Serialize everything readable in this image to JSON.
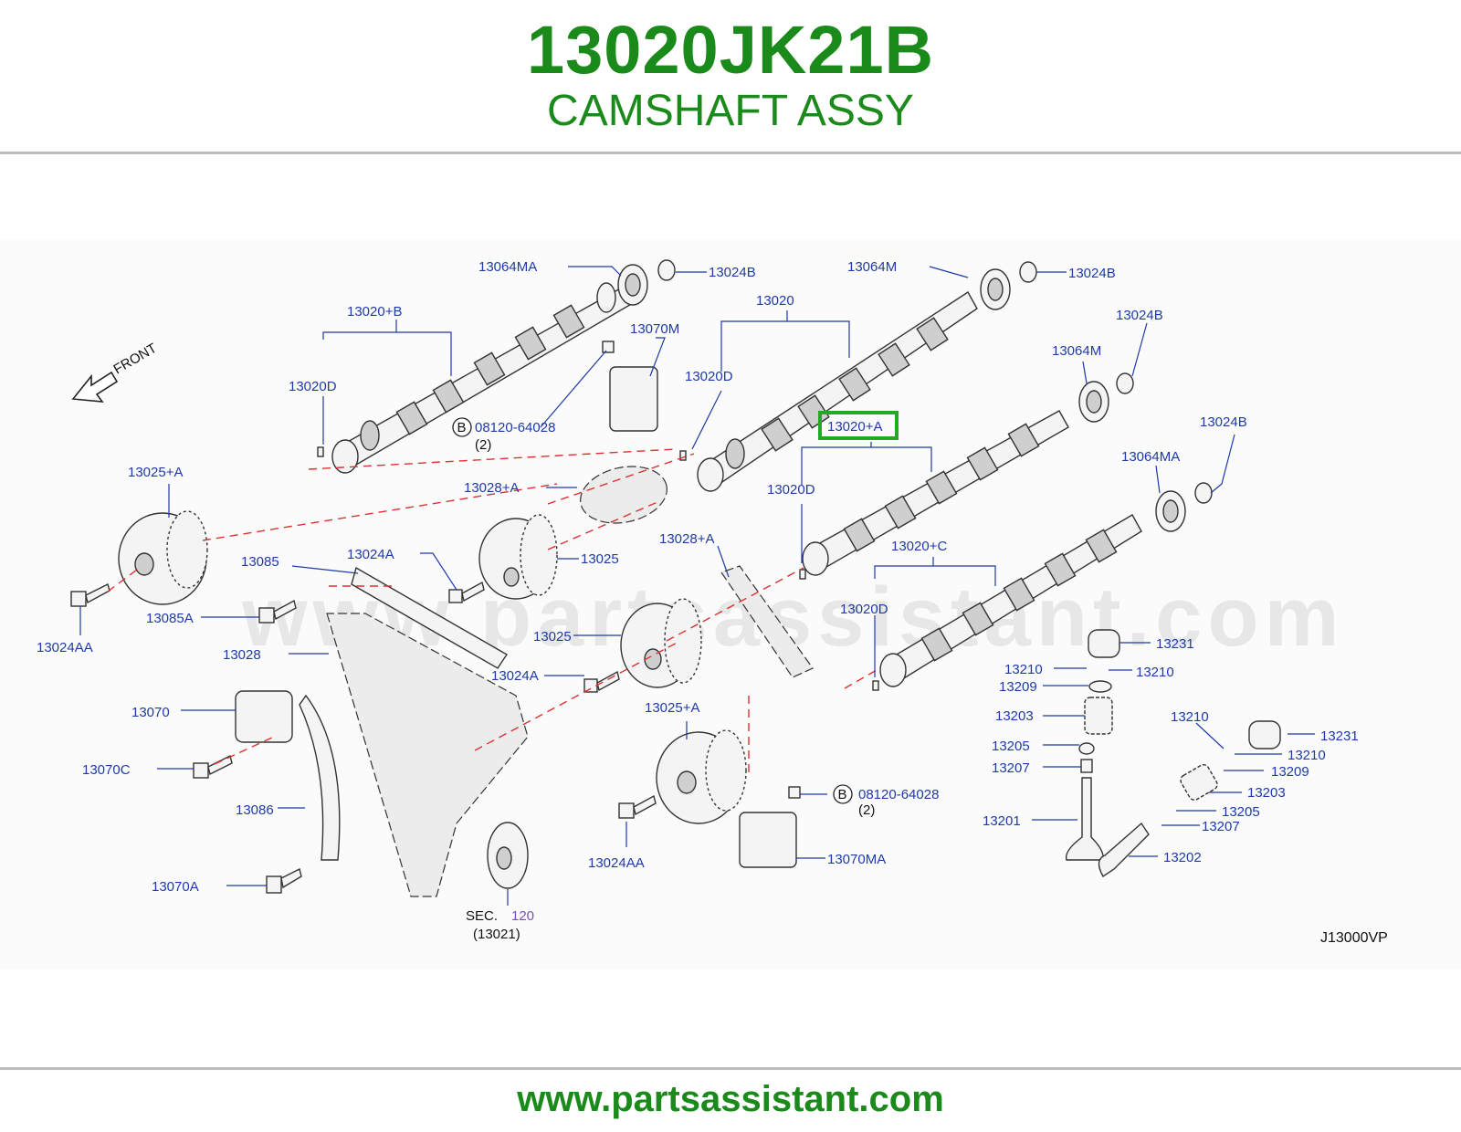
{
  "header": {
    "part_number": "13020JK21B",
    "part_name": "CAMSHAFT ASSY"
  },
  "diagram": {
    "watermark": "www.partsassistant.com",
    "front_label": "FRONT",
    "diagram_code": "J13000VP",
    "highlight_color": "#22aa22",
    "label_color": "#1e3aa8",
    "dash_color": "#e03030",
    "sec_ref": {
      "prefix": "SEC.",
      "number": "120",
      "sub": "(13021)"
    },
    "bolt_refs": [
      {
        "badge": "B",
        "part": "08120-64028",
        "qty": "(2)"
      },
      {
        "badge": "B",
        "part": "08120-64028",
        "qty": "(2)"
      }
    ],
    "labels": {
      "l13064MA_top": "13064MA",
      "l13024B_1": "13024B",
      "l13020B": "13020+B",
      "l13070M": "13070M",
      "l13020D_1": "13020D",
      "l13064M_1": "13064M",
      "l13024B_2": "13024B",
      "l13020": "13020",
      "l13024B_3": "13024B",
      "l13064M_2": "13064M",
      "l13020D_2": "13020D",
      "l13020A_hl": "13020+A",
      "l13024B_4": "13024B",
      "l13064MA_2": "13064MA",
      "l13020D_3": "13020D",
      "l13025A_1": "13025+A",
      "l13028A_1": "13028+A",
      "l13085": "13085",
      "l13024A_1": "13024A",
      "l13025_1": "13025",
      "l13028A_2": "13028+A",
      "l13020C": "13020+C",
      "l13024AA_1": "13024AA",
      "l13085A": "13085A",
      "l13028": "13028",
      "l13025_2": "13025",
      "l13020D_4": "13020D",
      "l13231_1": "13231",
      "l13210_1": "13210",
      "l13210_2": "13210",
      "l13209_1": "13209",
      "l13024A_2": "13024A",
      "l13070": "13070",
      "l13025A_2": "13025+A",
      "l13203_1": "13203",
      "l13210_3": "13210",
      "l13231_2": "13231",
      "l13205_1": "13205",
      "l13210_4": "13210",
      "l13070C": "13070C",
      "l13207_1": "13207",
      "l13209_2": "13209",
      "l13203_2": "13203",
      "l13086": "13086",
      "l13205_2": "13205",
      "l13201": "13201",
      "l13207_2": "13207",
      "l13024AA_2": "13024AA",
      "l13070MA": "13070MA",
      "l13202": "13202",
      "l13070A": "13070A"
    }
  },
  "footer": {
    "url": "www.partsassistant.com"
  }
}
